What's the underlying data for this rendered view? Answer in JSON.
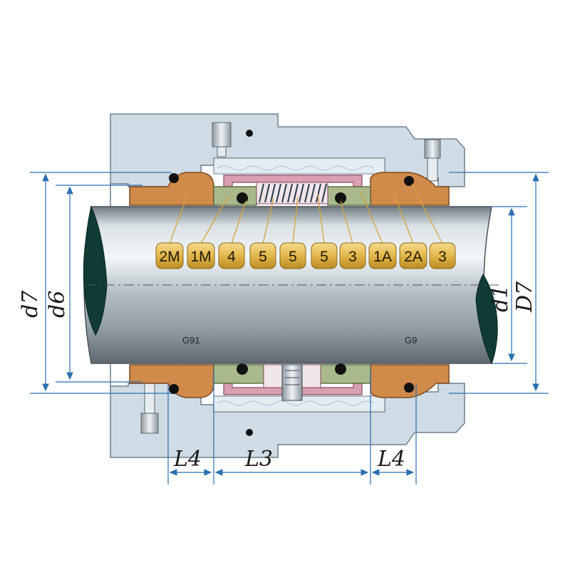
{
  "callouts": [
    {
      "label": "2M"
    },
    {
      "label": "1M"
    },
    {
      "label": "4"
    },
    {
      "label": "5"
    },
    {
      "label": "5"
    },
    {
      "label": "5"
    },
    {
      "label": "3"
    },
    {
      "label": "1A"
    },
    {
      "label": "2A"
    },
    {
      "label": "3"
    }
  ],
  "dimensions": {
    "d7": "d7",
    "d6": "d6",
    "d1": "d1",
    "D7": "D7",
    "L4_left": "L4",
    "L3": "L3",
    "L4_right": "L4"
  },
  "seat_labels": {
    "left": "G91",
    "right": "G9"
  },
  "colors": {
    "housing": "#cfdce6",
    "housing_stroke": "#6f7f8c",
    "seal_face_orange": "#d08a4a",
    "rotary_green": "#a9b98c",
    "pink_sleeve": "#d8a0b0",
    "dimension_blue": "#2b6fb0",
    "callout_gold": "#e3b64a",
    "oring_black": "#111111",
    "shaft_end_dark": "#0f3b34"
  }
}
